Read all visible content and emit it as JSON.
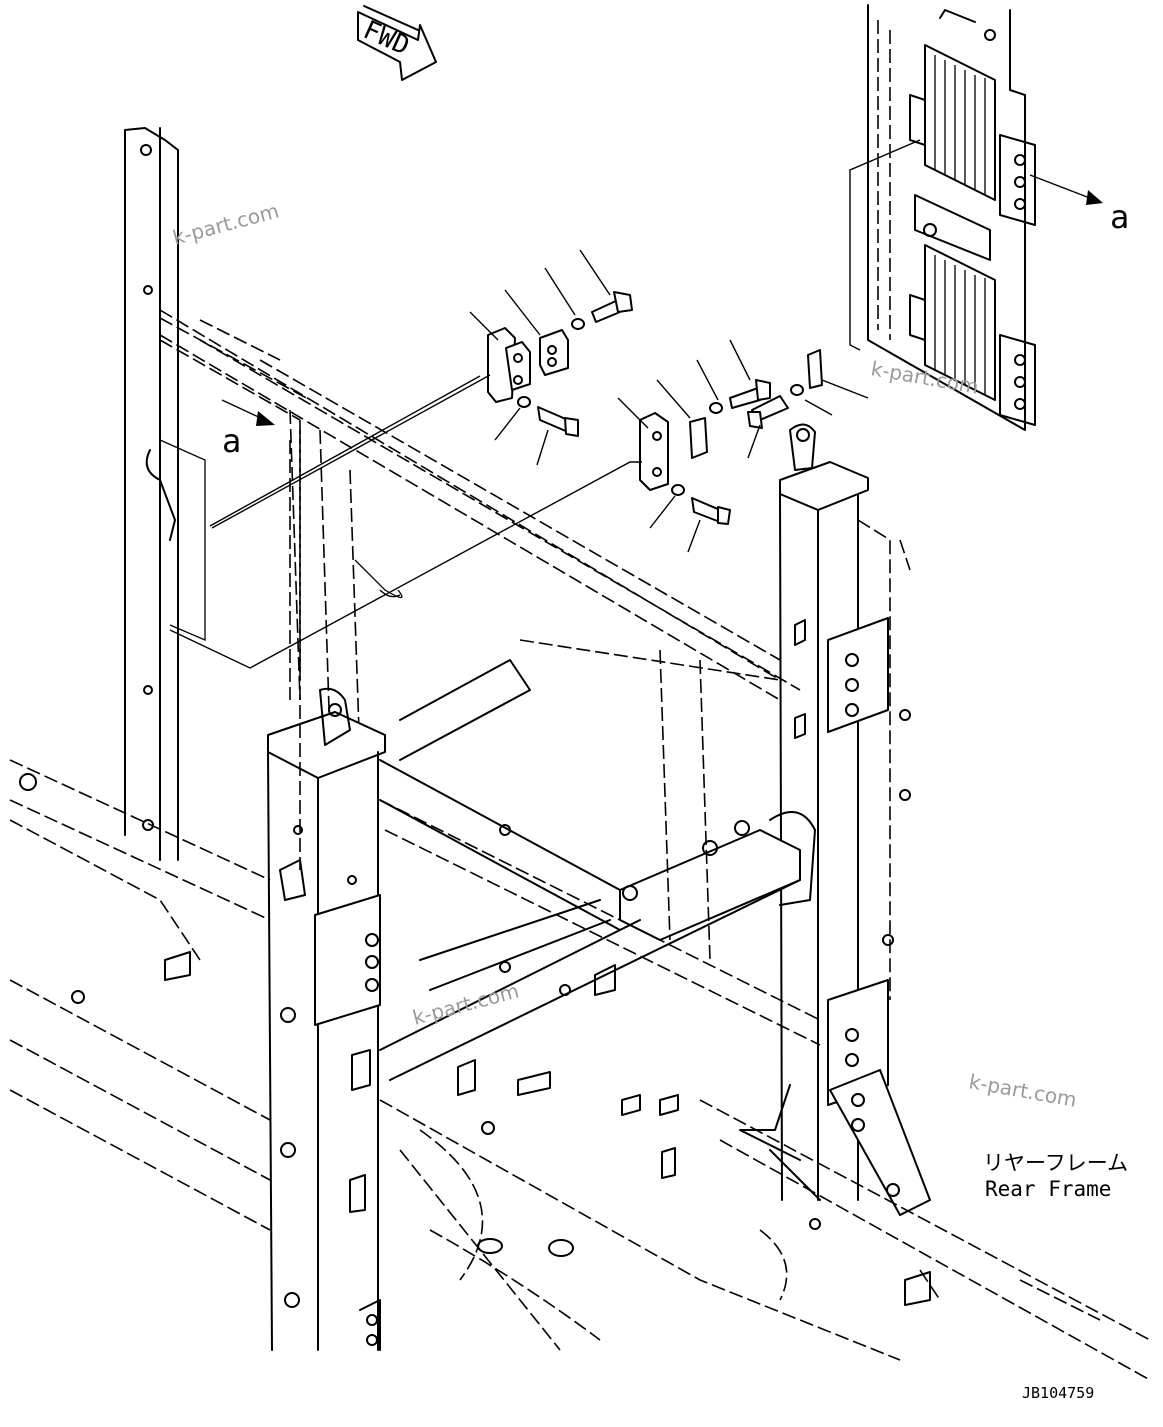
{
  "fwd_label": "FWD",
  "view_label_top": "a",
  "view_label_left": "a",
  "frame_label_jp": "リヤーフレーム",
  "frame_label_en": "Rear Frame",
  "drawing_number": "JB104759",
  "watermarks": [
    "k-part.com",
    "k-part.com",
    "k-part.com",
    "k-part.com"
  ]
}
